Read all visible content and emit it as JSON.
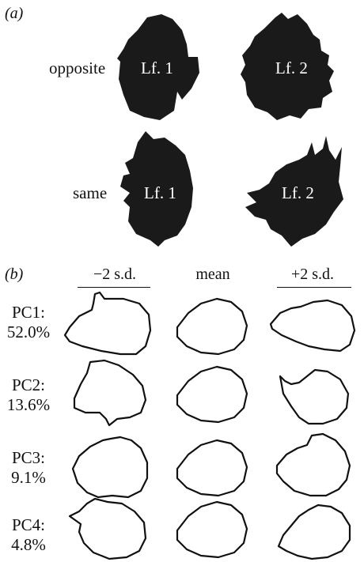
{
  "panel_a": {
    "label": "(a)",
    "rows": [
      {
        "label": "opposite",
        "leaves": [
          "Lf. 1",
          "Lf. 2"
        ]
      },
      {
        "label": "same",
        "leaves": [
          "Lf. 1",
          "Lf. 2"
        ]
      }
    ]
  },
  "panel_b": {
    "label": "(b)",
    "columns": [
      "−2 s.d.",
      "mean",
      "+2 s.d."
    ],
    "components": [
      {
        "name": "PC1:",
        "variance": "52.0%"
      },
      {
        "name": "PC2:",
        "variance": "13.6%"
      },
      {
        "name": "PC3:",
        "variance": "9.1%"
      },
      {
        "name": "PC4:",
        "variance": "4.8%"
      }
    ]
  },
  "colors": {
    "leaf_fill": "#1a1a1a",
    "outline": "#111111"
  }
}
